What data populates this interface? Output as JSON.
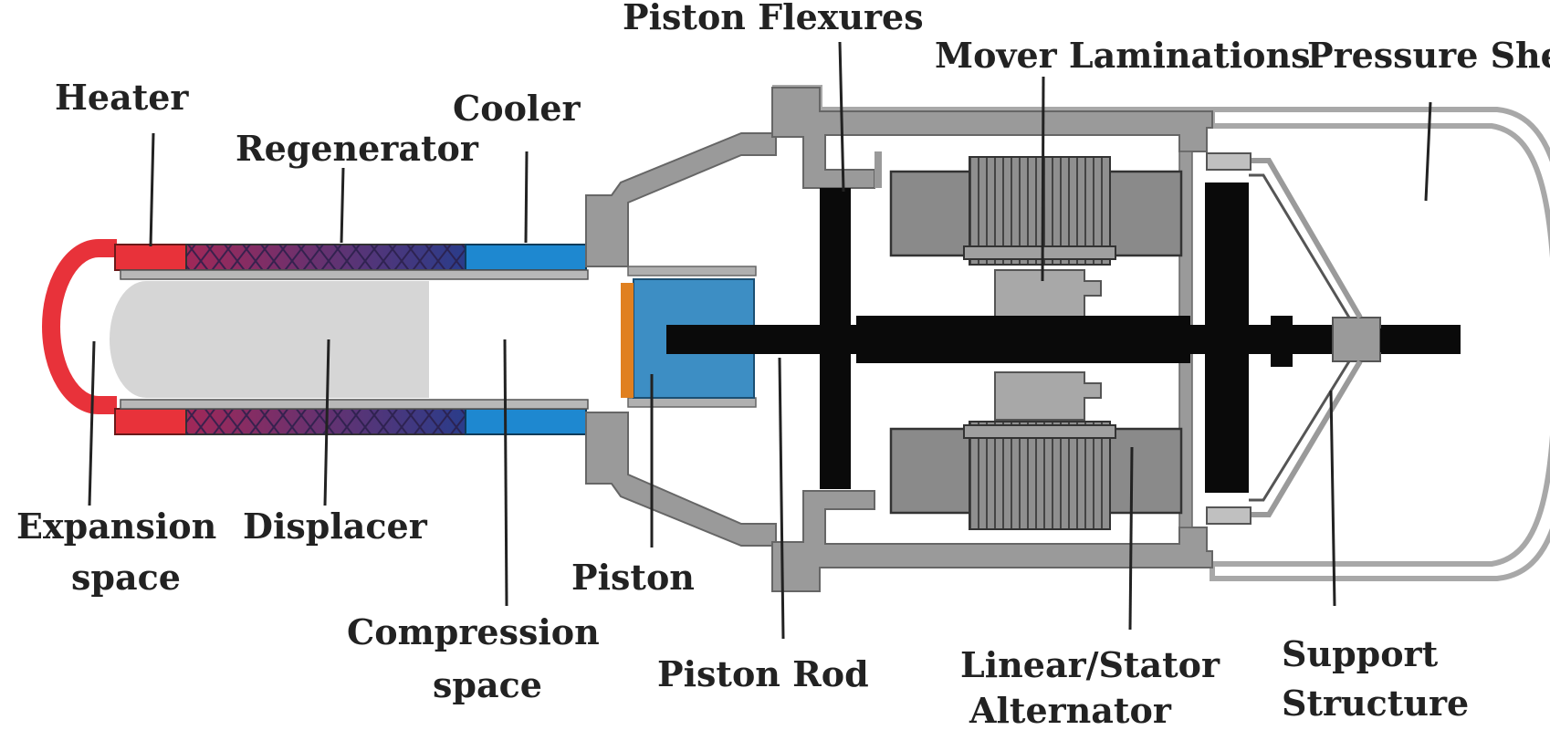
{
  "diagram": {
    "colors": {
      "heater": "#e8323a",
      "cooler": "#1e88d0",
      "regen_start": "#a02858",
      "regen_end": "#2a3c8a",
      "housing": "#9a9a9a",
      "housing_dark": "#777777",
      "piston": "#3d8ec4",
      "piston_seal": "#e08020",
      "displacer": "#d6d6d6",
      "rod": "#0a0a0a",
      "shell_outline": "#a8a8a8",
      "lamination_bg": "#8f8f8f",
      "lamination_line": "#444444"
    },
    "labels": {
      "piston_flexures": "Piston Flexures",
      "mover_laminations": "Mover Laminations",
      "pressure_shell": "Pressure Shell",
      "heater": "Heater",
      "cooler": "Cooler",
      "regenerator": "Regenerator",
      "expansion_space_1": "Expansion",
      "expansion_space_2": "space",
      "displacer": "Displacer",
      "piston": "Piston",
      "compression_space_1": "Compression",
      "compression_space_2": "space",
      "piston_rod": "Piston Rod",
      "linear_stator_1": "Linear/Stator",
      "linear_stator_2": "Alternator",
      "support_structure_1": "Support",
      "support_structure_2": "Structure"
    }
  }
}
